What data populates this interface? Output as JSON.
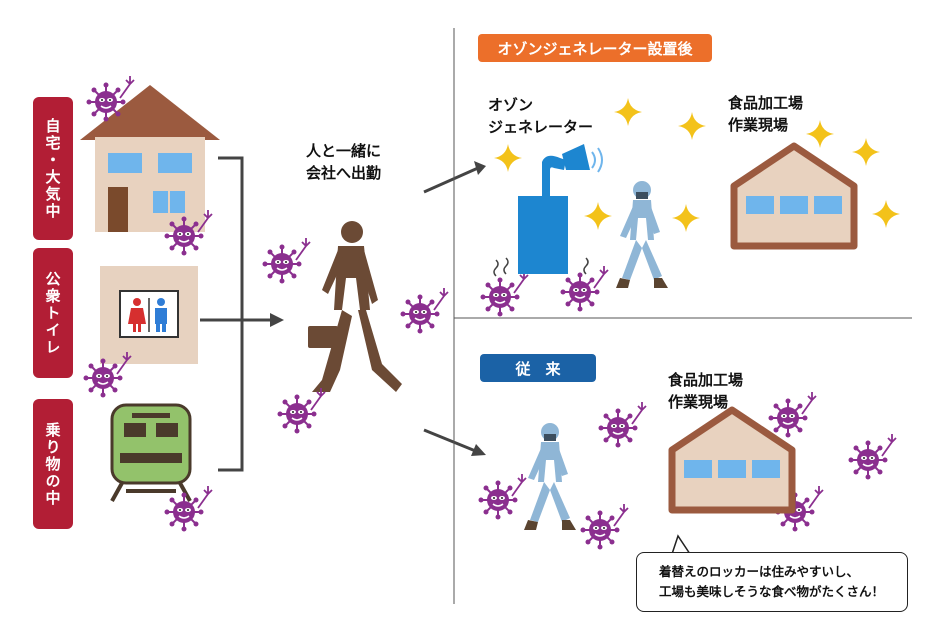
{
  "categories": [
    {
      "label": "自宅・大気中"
    },
    {
      "label": "公衆トイレ"
    },
    {
      "label": "乗り物の中"
    }
  ],
  "center_label": {
    "line1": "人と一緒に",
    "line2": "会社へ出勤"
  },
  "after": {
    "badge": "オゾンジェネレーター設置後",
    "device_label": {
      "line1": "オゾン",
      "line2": "ジェネレーター"
    },
    "factory_label": {
      "line1": "食品加工場",
      "line2": "作業現場"
    }
  },
  "before": {
    "badge": "従　来",
    "factory_label": {
      "line1": "食品加工場",
      "line2": "作業現場"
    },
    "speech": {
      "line1": "着替えのロッカーは住みやすいし、",
      "line2": "工場も美味しそうな食べ物がたくさん！"
    }
  },
  "colors": {
    "category_red": "#b21e35",
    "after_badge": "#ec6f2a",
    "before_badge": "#1b62a6",
    "virus": "#8b2f8f",
    "silhouette": "#6b4a35",
    "worker": "#8fb6d6",
    "building": "#e8d2bf",
    "roof": "#9b5a3f",
    "train": "#93c26b",
    "device": "#1d86d0",
    "sparkle": "#f3c21a"
  }
}
